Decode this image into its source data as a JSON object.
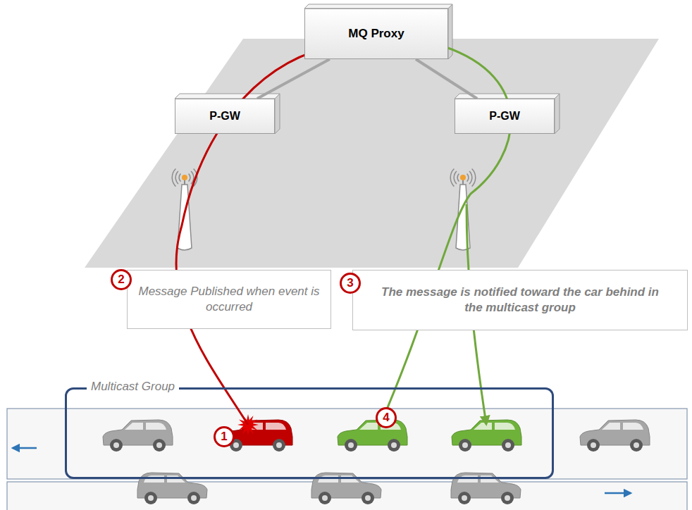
{
  "diagram": {
    "nodes": [
      {
        "text": [
          "MQ Proxy"
        ]
      },
      {
        "text": [
          "P-GW"
        ]
      },
      {
        "text": [
          "P-GW"
        ]
      },
      {
        "text": [
          "Message Published when event is occurred"
        ]
      },
      {
        "text": [
          "The message is notified toward the car behind in the multicast group"
        ]
      },
      {
        "text": [
          "Multicast Group"
        ]
      }
    ],
    "edges": [
      {
        "from": 0,
        "to": 1,
        "arrow": "none"
      },
      {
        "from": 0,
        "to": 2,
        "arrow": "none"
      }
    ],
    "labels": [
      "2",
      "3",
      "1",
      "4"
    ]
  }
}
